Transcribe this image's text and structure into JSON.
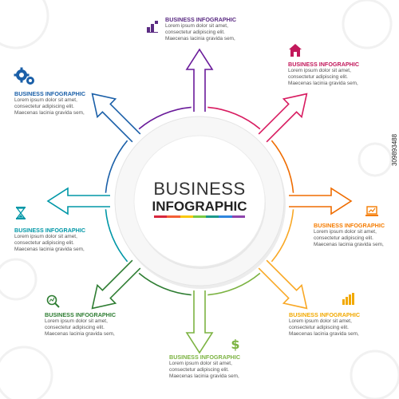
{
  "center": {
    "title_line1": "BUSINESS",
    "title_line2": "INFOGRAPHIC",
    "rainbow": [
      "#d7263d",
      "#f46036",
      "#f9c80e",
      "#7ac943",
      "#1b998b",
      "#2e86de",
      "#8e44ad"
    ]
  },
  "items": [
    {
      "title": "BUSINESS INFOGRAPHIC",
      "lines": [
        "Lorem ipsum dolor sit amet,",
        "consectetur adipiscing elit.",
        "Maecenas lacinia gravida sem,"
      ],
      "color": "#5b2c83",
      "icon": "chart-icon"
    },
    {
      "title": "BUSINESS INFOGRAPHIC",
      "lines": [
        "Lorem ipsum dolor sit amet,",
        "consectetur adipiscing elit.",
        "Maecenas lacinia gravida sem,"
      ],
      "color": "#c2185b",
      "icon": "house-icon"
    },
    {
      "title": "BUSINESS INFOGRAPHIC",
      "lines": [
        "Lorem ipsum dolor sit amet,",
        "consectetur adipiscing elit.",
        "Maecenas lacinia gravida sem,"
      ],
      "color": "#f57c00",
      "icon": "laptop-icon"
    },
    {
      "title": "BUSINESS INFOGRAPHIC",
      "lines": [
        "Lorem ipsum dolor sit amet,",
        "consectetur adipiscing elit.",
        "Maecenas lacinia gravida sem,"
      ],
      "color": "#f2a900",
      "icon": "bar-chart-icon"
    },
    {
      "title": "BUSINESS INFOGRAPHIC",
      "lines": [
        "Lorem ipsum dolor sit amet,",
        "consectetur adipiscing elit.",
        "Maecenas lacinia gravida sem,"
      ],
      "color": "#7cb342",
      "icon": "dollar-icon"
    },
    {
      "title": "BUSINESS INFOGRAPHIC",
      "lines": [
        "Lorem ipsum dolor sit amet,",
        "consectetur adipiscing elit.",
        "Maecenas lacinia gravida sem,"
      ],
      "color": "#2e7d32",
      "icon": "magnifier-icon"
    },
    {
      "title": "BUSINESS INFOGRAPHIC",
      "lines": [
        "Lorem ipsum dolor sit amet,",
        "consectetur adipiscing elit.",
        "Maecenas lacinia gravida sem,"
      ],
      "color": "#0097a7",
      "icon": "hourglass-icon"
    },
    {
      "title": "BUSINESS INFOGRAPHIC",
      "lines": [
        "Lorem ipsum dolor sit amet,",
        "consectetur adipiscing elit.",
        "Maecenas lacinia gravida sem,"
      ],
      "color": "#1a5fa8",
      "icon": "gears-icon"
    }
  ],
  "arrow_colors": [
    "#6a1b9a",
    "#d81b60",
    "#ef6c00",
    "#f9a825",
    "#7cb342",
    "#2e7d32",
    "#0097a7",
    "#1a5fa8"
  ],
  "watermark": "309893488"
}
